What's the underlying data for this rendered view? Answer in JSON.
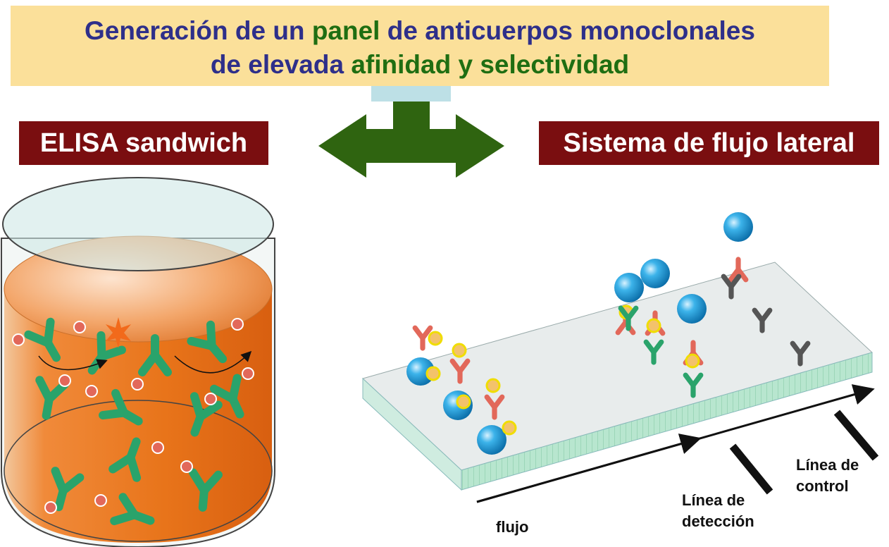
{
  "title": {
    "l1a": "Generación de un",
    "l1b": "panel",
    "l1c": "de anticuerpos monoclonales",
    "l2a": "de elevada",
    "l2b": "afinidad",
    "l2c": "y",
    "l2d": "selectividad"
  },
  "labels": {
    "elisa": "ELISA sandwich",
    "lateral": "Sistema de flujo lateral"
  },
  "strip_labels": {
    "flujo": "flujo",
    "deteccion_l1": "Línea de",
    "deteccion_l2": "detección",
    "control_l1": "Línea de",
    "control_l2": "control"
  },
  "colors": {
    "title_blue": "#2e2f8a",
    "title_green": "#1f6e12",
    "label_red": "#7a0e10",
    "arrow_green": "#2f6410",
    "elisa_orange": "#e8741a",
    "antibody_green": "#2aa36b",
    "antibody_pink": "#e2685a",
    "bead_blue": "#1d9ad6",
    "control_gray": "#555555"
  }
}
